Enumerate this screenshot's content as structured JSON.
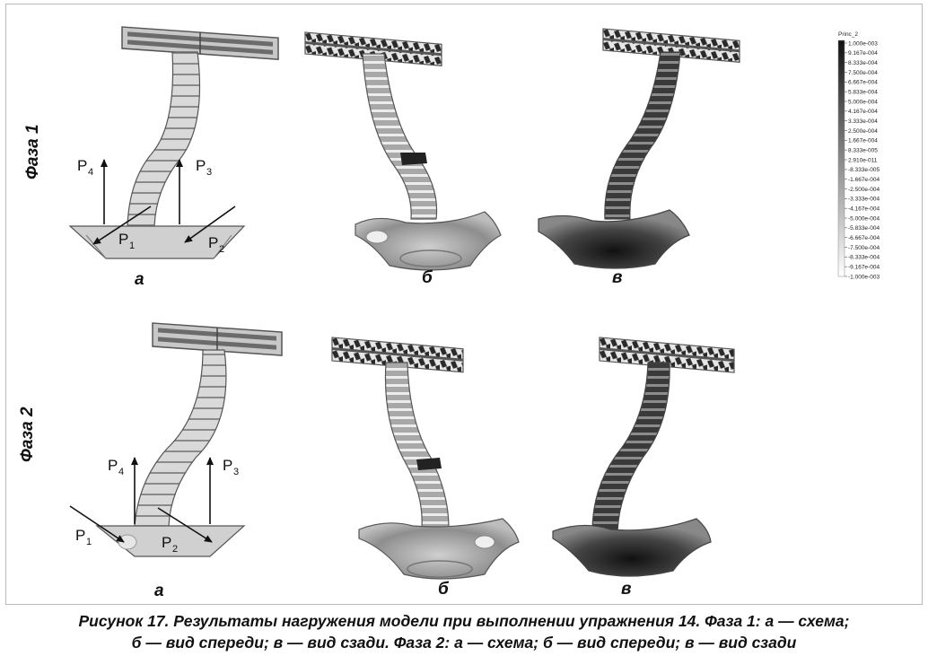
{
  "phases": [
    {
      "label": "Фаза 1",
      "panel_labels": [
        "а",
        "б",
        "в"
      ]
    },
    {
      "label": "Фаза 2",
      "panel_labels": [
        "а",
        "б",
        "в"
      ]
    }
  ],
  "forces": {
    "P1": "P",
    "P2": "P",
    "P3": "P",
    "P4": "P",
    "sub1": "1",
    "sub2": "2",
    "sub3": "3",
    "sub4": "4"
  },
  "legend": {
    "title": "Princ_2",
    "ticks": [
      "1.000e-003",
      "9.167e-004",
      "8.333e-004",
      "7.500e-004",
      "6.667e-004",
      "5.833e-004",
      "5.000e-004",
      "4.167e-004",
      "3.333e-004",
      "2.500e-004",
      "1.667e-004",
      "8.333e-005",
      "2.910e-011",
      "-8.333e-005",
      "-1.667e-004",
      "-2.500e-004",
      "-3.333e-004",
      "-4.167e-004",
      "-5.000e-004",
      "-5.833e-004",
      "-6.667e-004",
      "-7.500e-004",
      "-8.333e-004",
      "-9.167e-004",
      "-1.000e-003"
    ]
  },
  "caption": {
    "line1": "Рисунок 17. Результаты нагружения модели при выполнении упражнения 14. Фаза 1: а — схема;",
    "line2": "б — вид спереди; в — вид сзади. Фаза 2: а — схема; б — вид спереди; в — вид сзади"
  }
}
